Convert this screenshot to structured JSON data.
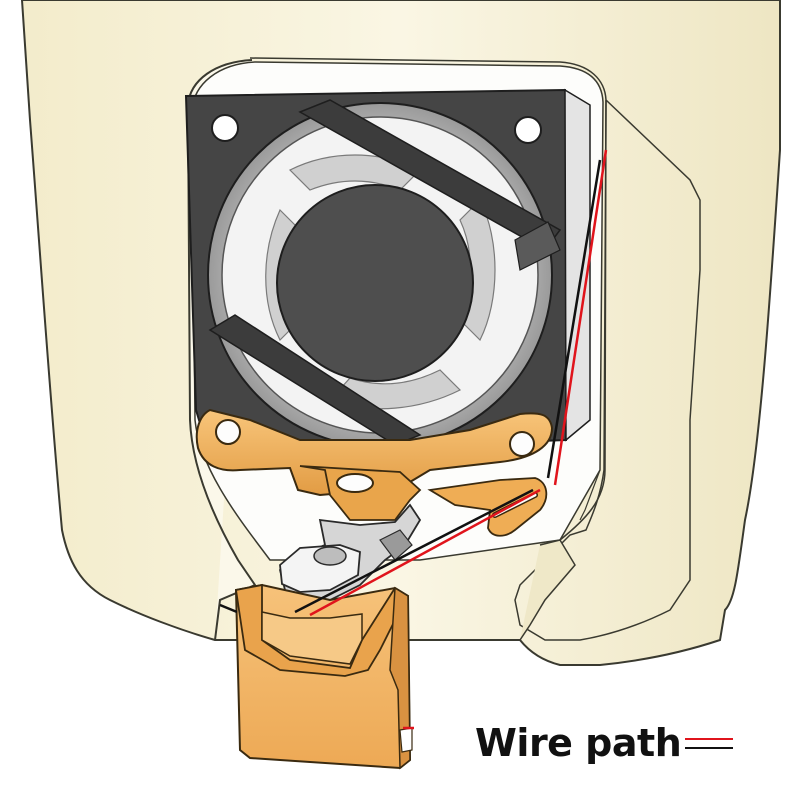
{
  "legend": {
    "label": "Wire path",
    "red_color": "#e0141c",
    "black_color": "#111111"
  },
  "colors": {
    "housing": "#f6f1d6",
    "housing_shade": "#e9e2bf",
    "fan_frame": "#4a4a4a",
    "fan_hub": "#4d4d4d",
    "bracket": "#f2b25a",
    "bracket_shade": "#d8943c",
    "nozzle_block": "#f2b564",
    "metal_white": "#efefef"
  },
  "icons": [
    "fan-icon",
    "wire-path-red",
    "wire-path-black"
  ]
}
